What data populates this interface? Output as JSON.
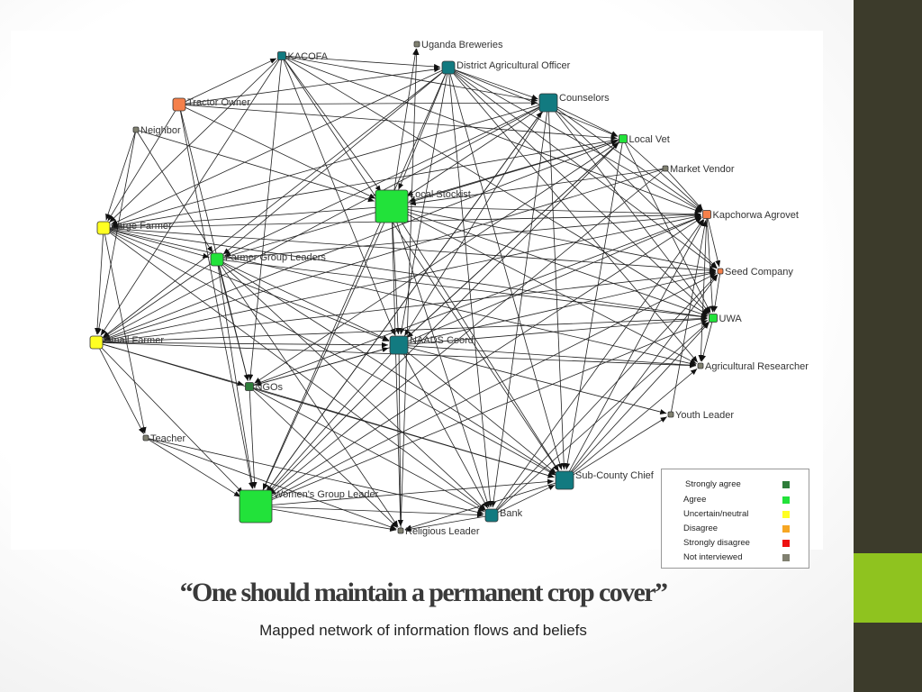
{
  "title": "“One should maintain a permanent crop cover”",
  "subtitle": "Mapped network of information flows and beliefs",
  "colors": {
    "strongly_agree": "#2e7d3a",
    "agree": "#22e23a",
    "uncertain": "#ffff22",
    "disagree": "#f6a623",
    "strongly_disagree": "#ee1111",
    "not_interviewed": "#808070",
    "teal": "#127a80",
    "orange": "#f5804a",
    "sidebar": "#3c3b2b",
    "accent": "#8fc31f"
  },
  "legend": [
    {
      "label": "Strongly agree",
      "color": "#2e7d3a"
    },
    {
      "label": "Agree",
      "color": "#22e23a"
    },
    {
      "label": "Uncertain/neutral",
      "color": "#ffff22"
    },
    {
      "label": "Disagree",
      "color": "#f6a623"
    },
    {
      "label": "Strongly disagree",
      "color": "#ee1111"
    },
    {
      "label": "Not interviewed",
      "color": "#808070"
    }
  ],
  "network": {
    "nodes": [
      {
        "id": "uganda-breweries",
        "label": "Uganda Breweries",
        "category": "not_interviewed",
        "size": "tiny"
      },
      {
        "id": "kacofa",
        "label": "KACOFA",
        "category": "teal",
        "size": "small"
      },
      {
        "id": "district-agricultural-officer",
        "label": "District Agricultural Officer",
        "category": "teal",
        "size": "medium"
      },
      {
        "id": "tractor-owner",
        "label": "Tractor Owner",
        "category": "orange",
        "size": "medium"
      },
      {
        "id": "counselors",
        "label": "Counselors",
        "category": "teal",
        "size": "large"
      },
      {
        "id": "neighbor",
        "label": "Neighbor",
        "category": "not_interviewed",
        "size": "tiny"
      },
      {
        "id": "local-vet",
        "label": "Local Vet",
        "category": "agree",
        "size": "small"
      },
      {
        "id": "market-vendor",
        "label": "Market Vendor",
        "category": "not_interviewed",
        "size": "tiny"
      },
      {
        "id": "local-stockist",
        "label": "Local Stockist",
        "category": "agree",
        "size": "xlarge"
      },
      {
        "id": "kapchorwa-agrovet",
        "label": "Kapchorwa Agrovet",
        "category": "orange",
        "size": "small"
      },
      {
        "id": "large-farmer",
        "label": "Large Farmer",
        "category": "uncertain",
        "size": "medium"
      },
      {
        "id": "farmer-group-leaders",
        "label": "Farmer Group Leaders",
        "category": "agree",
        "size": "medium"
      },
      {
        "id": "seed-company",
        "label": "Seed Company",
        "category": "orange",
        "size": "tiny"
      },
      {
        "id": "uwa",
        "label": "UWA",
        "category": "agree",
        "size": "small"
      },
      {
        "id": "small-farmer",
        "label": "Small Farmer",
        "category": "uncertain",
        "size": "medium"
      },
      {
        "id": "naads-coord",
        "label": "NAADS Coord.",
        "category": "teal",
        "size": "large"
      },
      {
        "id": "agricultural-researcher",
        "label": "Agricultural Researcher",
        "category": "not_interviewed",
        "size": "tiny"
      },
      {
        "id": "ngos",
        "label": "NGOs",
        "category": "strongly_agree",
        "size": "small"
      },
      {
        "id": "youth-leader",
        "label": "Youth Leader",
        "category": "not_interviewed",
        "size": "tiny"
      },
      {
        "id": "teacher",
        "label": "Teacher",
        "category": "not_interviewed",
        "size": "tiny"
      },
      {
        "id": "sub-county-chief",
        "label": "Sub-County Chief",
        "category": "teal",
        "size": "large"
      },
      {
        "id": "womens-group-leader",
        "label": "Women's Group Leader",
        "category": "agree",
        "size": "xlarge"
      },
      {
        "id": "bank",
        "label": "Bank",
        "category": "teal",
        "size": "medium"
      },
      {
        "id": "religious-leader",
        "label": "Religious Leader",
        "category": "not_interviewed",
        "size": "tiny"
      }
    ],
    "edges": [
      [
        "tractor-owner",
        "kacofa"
      ],
      [
        "tractor-owner",
        "local-stockist"
      ],
      [
        "tractor-owner",
        "large-farmer"
      ],
      [
        "tractor-owner",
        "ngos"
      ],
      [
        "tractor-owner",
        "womens-group-leader"
      ],
      [
        "tractor-owner",
        "local-vet"
      ],
      [
        "tractor-owner",
        "counselors"
      ],
      [
        "tractor-owner",
        "district-agricultural-officer"
      ],
      [
        "kacofa",
        "district-agricultural-officer"
      ],
      [
        "kacofa",
        "counselors"
      ],
      [
        "kacofa",
        "local-stockist"
      ],
      [
        "kacofa",
        "naads-coord"
      ],
      [
        "kacofa",
        "large-farmer"
      ],
      [
        "kacofa",
        "small-farmer"
      ],
      [
        "kacofa",
        "kapchorwa-agrovet"
      ],
      [
        "kacofa",
        "uwa"
      ],
      [
        "kacofa",
        "sub-county-chief"
      ],
      [
        "kacofa",
        "ngos"
      ],
      [
        "district-agricultural-officer",
        "counselors"
      ],
      [
        "district-agricultural-officer",
        "local-vet"
      ],
      [
        "district-agricultural-officer",
        "local-stockist"
      ],
      [
        "district-agricultural-officer",
        "naads-coord"
      ],
      [
        "district-agricultural-officer",
        "large-farmer"
      ],
      [
        "district-agricultural-officer",
        "small-farmer"
      ],
      [
        "district-agricultural-officer",
        "farmer-group-leaders"
      ],
      [
        "district-agricultural-officer",
        "sub-county-chief"
      ],
      [
        "district-agricultural-officer",
        "bank"
      ],
      [
        "district-agricultural-officer",
        "womens-group-leader"
      ],
      [
        "district-agricultural-officer",
        "kapchorwa-agrovet"
      ],
      [
        "district-agricultural-officer",
        "uwa"
      ],
      [
        "district-agricultural-officer",
        "seed-company"
      ],
      [
        "district-agricultural-officer",
        "agricultural-researcher"
      ],
      [
        "religious-leader",
        "uganda-breweries"
      ],
      [
        "local-stockist",
        "uganda-breweries"
      ],
      [
        "counselors",
        "local-stockist"
      ],
      [
        "counselors",
        "naads-coord"
      ],
      [
        "counselors",
        "sub-county-chief"
      ],
      [
        "counselors",
        "womens-group-leader"
      ],
      [
        "counselors",
        "large-farmer"
      ],
      [
        "counselors",
        "farmer-group-leaders"
      ],
      [
        "counselors",
        "local-vet"
      ],
      [
        "counselors",
        "kapchorwa-agrovet"
      ],
      [
        "counselors",
        "seed-company"
      ],
      [
        "counselors",
        "uwa"
      ],
      [
        "counselors",
        "bank"
      ],
      [
        "counselors",
        "small-farmer"
      ],
      [
        "neighbor",
        "large-farmer"
      ],
      [
        "neighbor",
        "small-farmer"
      ],
      [
        "neighbor",
        "farmer-group-leaders"
      ],
      [
        "neighbor",
        "local-stockist"
      ],
      [
        "local-vet",
        "local-stockist"
      ],
      [
        "local-vet",
        "naads-coord"
      ],
      [
        "local-vet",
        "large-farmer"
      ],
      [
        "local-vet",
        "sub-county-chief"
      ],
      [
        "local-vet",
        "kapchorwa-agrovet"
      ],
      [
        "local-vet",
        "uwa"
      ],
      [
        "local-vet",
        "ngos"
      ],
      [
        "local-vet",
        "womens-group-leader"
      ],
      [
        "market-vendor",
        "local-stockist"
      ],
      [
        "market-vendor",
        "kapchorwa-agrovet"
      ],
      [
        "market-vendor",
        "womens-group-leader"
      ],
      [
        "market-vendor",
        "small-farmer"
      ],
      [
        "local-stockist",
        "naads-coord"
      ],
      [
        "local-stockist",
        "sub-county-chief"
      ],
      [
        "local-stockist",
        "kapchorwa-agrovet"
      ],
      [
        "local-stockist",
        "seed-company"
      ],
      [
        "local-stockist",
        "uwa"
      ],
      [
        "local-stockist",
        "agricultural-researcher"
      ],
      [
        "local-stockist",
        "large-farmer"
      ],
      [
        "local-stockist",
        "bank"
      ],
      [
        "local-stockist",
        "religious-leader"
      ],
      [
        "local-stockist",
        "womens-group-leader"
      ],
      [
        "large-farmer",
        "small-farmer"
      ],
      [
        "large-farmer",
        "farmer-group-leaders"
      ],
      [
        "large-farmer",
        "naads-coord"
      ],
      [
        "large-farmer",
        "kapchorwa-agrovet"
      ],
      [
        "large-farmer",
        "seed-company"
      ],
      [
        "large-farmer",
        "uwa"
      ],
      [
        "large-farmer",
        "sub-county-chief"
      ],
      [
        "large-farmer",
        "teacher"
      ],
      [
        "large-farmer",
        "bank"
      ],
      [
        "large-farmer",
        "agricultural-researcher"
      ],
      [
        "farmer-group-leaders",
        "ngos"
      ],
      [
        "farmer-group-leaders",
        "naads-coord"
      ],
      [
        "farmer-group-leaders",
        "womens-group-leader"
      ],
      [
        "farmer-group-leaders",
        "sub-county-chief"
      ],
      [
        "farmer-group-leaders",
        "uwa"
      ],
      [
        "farmer-group-leaders",
        "kapchorwa-agrovet"
      ],
      [
        "farmer-group-leaders",
        "small-farmer"
      ],
      [
        "farmer-group-leaders",
        "bank"
      ],
      [
        "farmer-group-leaders",
        "religious-leader"
      ],
      [
        "farmer-group-leaders",
        "local-vet"
      ],
      [
        "small-farmer",
        "naads-coord"
      ],
      [
        "small-farmer",
        "ngos"
      ],
      [
        "small-farmer",
        "teacher"
      ],
      [
        "small-farmer",
        "womens-group-leader"
      ],
      [
        "small-farmer",
        "uwa"
      ],
      [
        "small-farmer",
        "kapchorwa-agrovet"
      ],
      [
        "small-farmer",
        "seed-company"
      ],
      [
        "small-farmer",
        "agricultural-researcher"
      ],
      [
        "small-farmer",
        "sub-county-chief"
      ],
      [
        "small-farmer",
        "local-vet"
      ],
      [
        "naads-coord",
        "sub-county-chief"
      ],
      [
        "naads-coord",
        "bank"
      ],
      [
        "naads-coord",
        "ngos"
      ],
      [
        "naads-coord",
        "womens-group-leader"
      ],
      [
        "naads-coord",
        "religious-leader"
      ],
      [
        "naads-coord",
        "uwa"
      ],
      [
        "naads-coord",
        "kapchorwa-agrovet"
      ],
      [
        "naads-coord",
        "seed-company"
      ],
      [
        "naads-coord",
        "agricultural-researcher"
      ],
      [
        "naads-coord",
        "youth-leader"
      ],
      [
        "naads-coord",
        "local-vet"
      ],
      [
        "ngos",
        "womens-group-leader"
      ],
      [
        "ngos",
        "bank"
      ],
      [
        "ngos",
        "sub-county-chief"
      ],
      [
        "ngos",
        "religious-leader"
      ],
      [
        "ngos",
        "naads-coord"
      ],
      [
        "ngos",
        "kapchorwa-agrovet"
      ],
      [
        "teacher",
        "womens-group-leader"
      ],
      [
        "teacher",
        "religious-leader"
      ],
      [
        "teacher",
        "bank"
      ],
      [
        "womens-group-leader",
        "bank"
      ],
      [
        "womens-group-leader",
        "sub-county-chief"
      ],
      [
        "womens-group-leader",
        "religious-leader"
      ],
      [
        "womens-group-leader",
        "counselors"
      ],
      [
        "womens-group-leader",
        "kapchorwa-agrovet"
      ],
      [
        "womens-group-leader",
        "uwa"
      ],
      [
        "womens-group-leader",
        "seed-company"
      ],
      [
        "bank",
        "sub-county-chief"
      ],
      [
        "bank",
        "religious-leader"
      ],
      [
        "bank",
        "kapchorwa-agrovet"
      ],
      [
        "bank",
        "uwa"
      ],
      [
        "bank",
        "seed-company"
      ],
      [
        "sub-county-chief",
        "kapchorwa-agrovet"
      ],
      [
        "sub-county-chief",
        "uwa"
      ],
      [
        "sub-county-chief",
        "seed-company"
      ],
      [
        "sub-county-chief",
        "agricultural-researcher"
      ],
      [
        "sub-county-chief",
        "youth-leader"
      ],
      [
        "sub-county-chief",
        "religious-leader"
      ],
      [
        "kapchorwa-agrovet",
        "seed-company"
      ],
      [
        "kapchorwa-agrovet",
        "uwa"
      ],
      [
        "kapchorwa-agrovet",
        "agricultural-researcher"
      ],
      [
        "seed-company",
        "uwa"
      ],
      [
        "uwa",
        "agricultural-researcher"
      ],
      [
        "youth-leader",
        "kapchorwa-agrovet"
      ]
    ]
  }
}
